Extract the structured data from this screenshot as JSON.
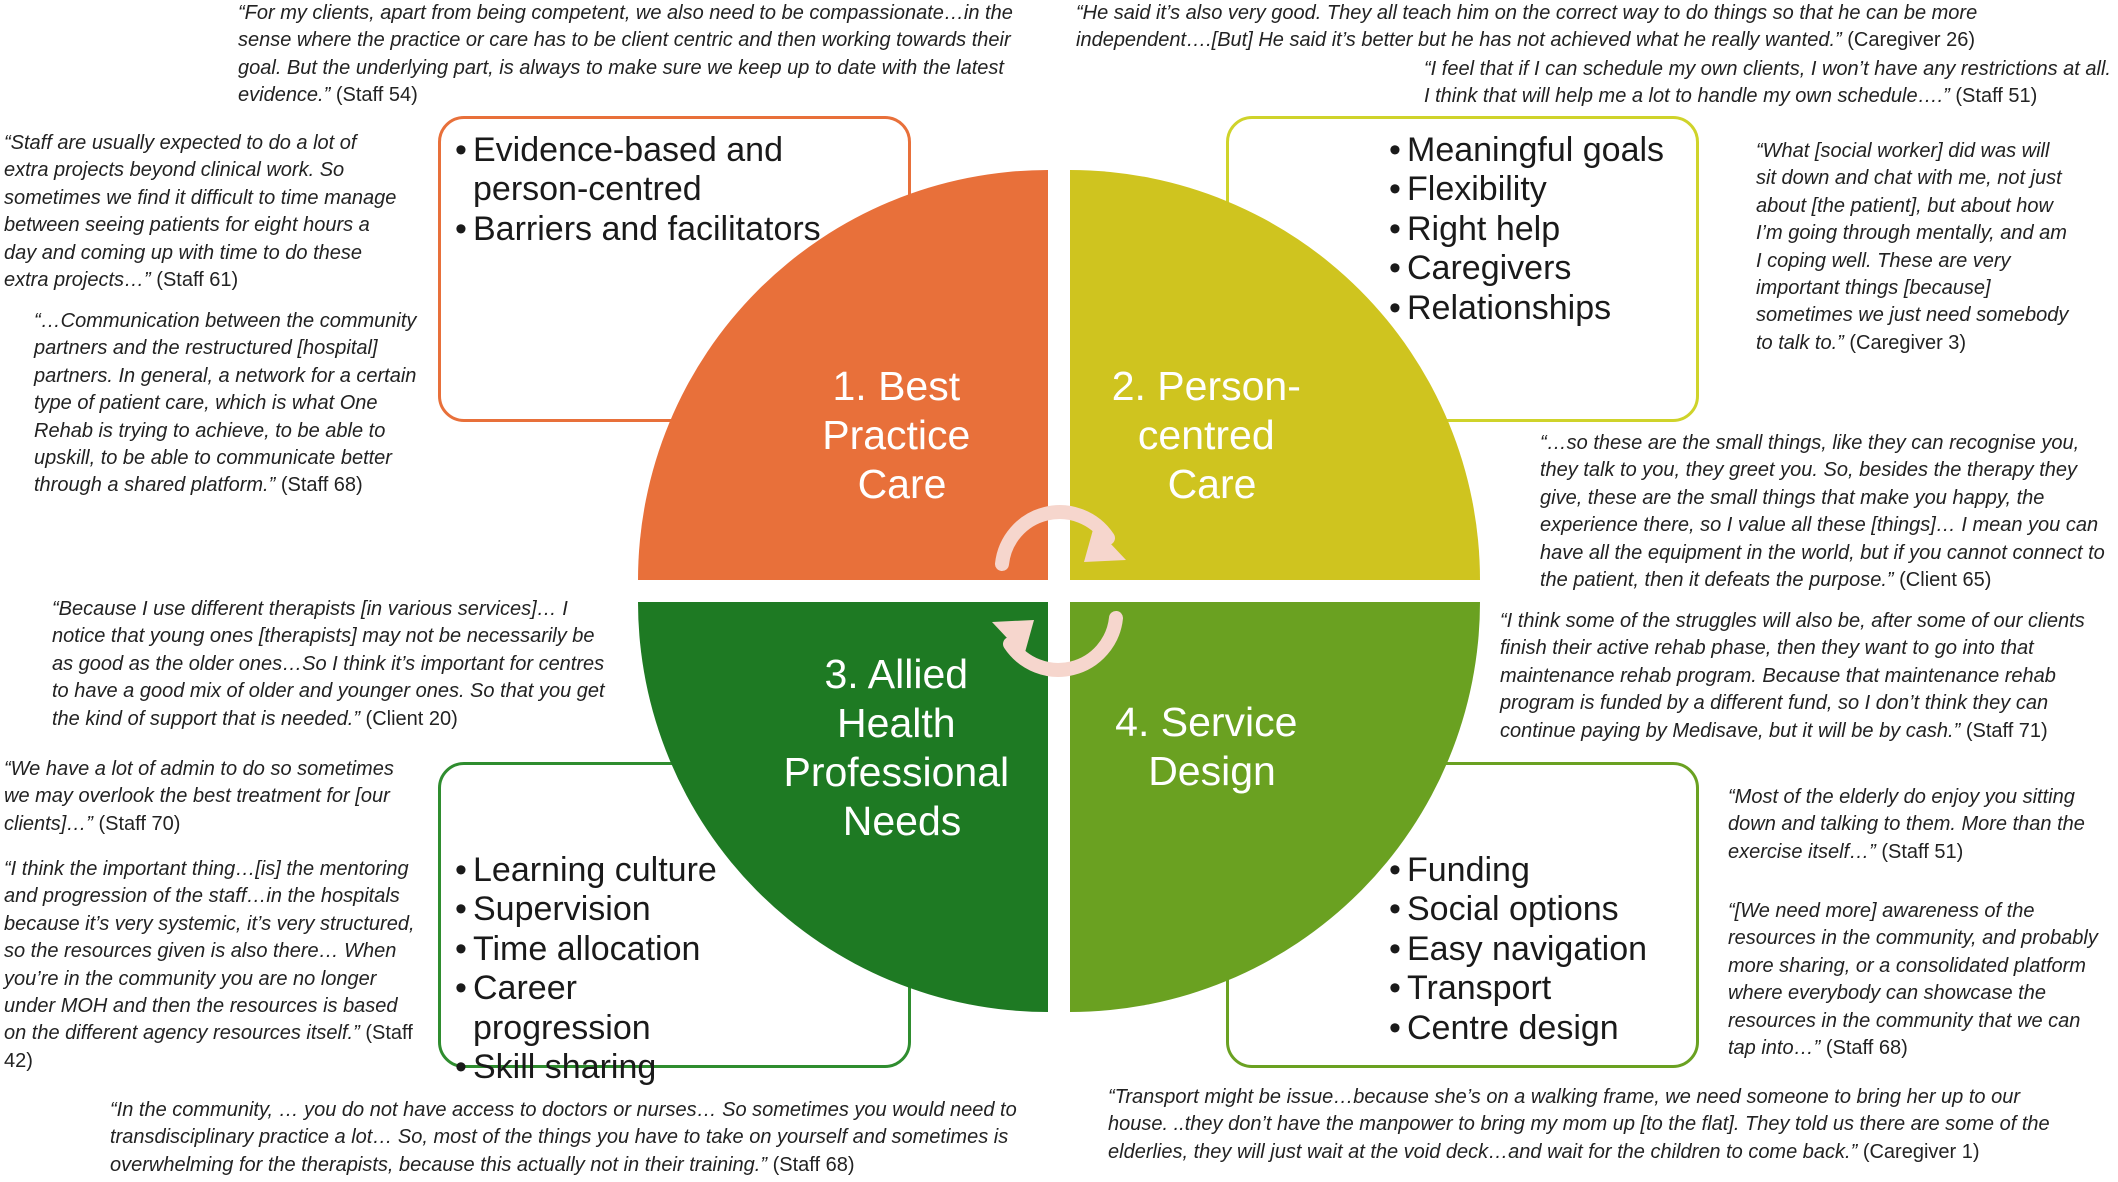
{
  "quadrants": [
    {
      "label_lines": [
        "1. Best",
        "Practice",
        "Care"
      ],
      "color": "#e8703a",
      "items": [
        "Evidence-based and person-centred",
        "Barriers and facilitators"
      ]
    },
    {
      "label_lines": [
        "2. Person-",
        "centred",
        "Care"
      ],
      "color": "#cfc41f",
      "items": [
        "Meaningful goals",
        "Flexibility",
        "Right help",
        "Caregivers",
        "Relationships"
      ]
    },
    {
      "label_lines": [
        "3. Allied",
        "Health",
        "Professional",
        "Needs"
      ],
      "color": "#1e7a23",
      "items": [
        "Learning culture",
        "Supervision",
        "Time allocation",
        "Career progression",
        "Skill sharing"
      ]
    },
    {
      "label_lines": [
        "4. Service",
        "Design"
      ],
      "color": "#6aa121",
      "items": [
        "Funding",
        "Social options",
        "Easy navigation",
        "Transport",
        "Centre design"
      ]
    }
  ],
  "quotes": {
    "q_staff54": {
      "text": "“For my clients, apart from being competent, we also need to be compassionate…in the sense where the practice or care has to be client centric and then working towards their goal. But the underlying part, is always to make sure we keep up to date with the latest evidence.”",
      "attr": "(Staff 54)"
    },
    "q_staff61": {
      "text": "“Staff are usually expected to do a lot of extra projects beyond clinical work. So sometimes we find it difficult to time manage between seeing patients for eight hours a day and coming up with time to do these extra projects…”",
      "attr": "(Staff 61)"
    },
    "q_staff68a": {
      "text": "“…Communication between the community partners and the restructured [hospital] partners. In general, a network for a certain type of patient care, which is what One Rehab is trying to achieve, to be able to upskill, to be able to communicate better through a shared platform.”",
      "attr": "(Staff 68)"
    },
    "q_client20": {
      "text": "“Because I use different therapists [in various services]… I notice that young ones [therapists] may not be necessarily be as good as the older ones…So I think it’s important for centres to have a good mix of older and younger ones. So that you get the kind of support that is needed.”",
      "attr": "(Client 20)"
    },
    "q_staff70": {
      "text": "“We have a lot of admin to do so sometimes we may overlook the best treatment for [our clients]…”",
      "attr": "(Staff 70)"
    },
    "q_staff42": {
      "text": "“I think the important thing…[is] the mentoring and progression of the staff…in the hospitals because it’s very systemic, it’s very structured, so the resources given is also there… When you’re in the community you are no longer under MOH and then the resources is based on the different agency resources itself.”",
      "attr": "(Staff 42)"
    },
    "q_staff68b": {
      "text": "“In the community, … you do not have access to doctors or nurses… So sometimes you would need to transdisciplinary practice a lot… So, most of the things you have to take on yourself and sometimes is overwhelming for the therapists, because this actually not in their training.”",
      "attr": "(Staff 68)"
    },
    "q_caregiver26": {
      "text": "“He said it’s also very good. They all teach him on the correct way to do things so that he can be more independent….[But] He said it’s better but he has not achieved what he really wanted.”",
      "attr": "(Caregiver 26)"
    },
    "q_staff51a": {
      "text": "“I feel that if I can schedule my own clients, I won’t have any restrictions at all. I think that will help me a lot to handle my own schedule….”",
      "attr": "(Staff 51)"
    },
    "q_caregiver3": {
      "text": "“What [social worker] did was will sit down and chat with me, not just about [the patient], but about how I’m going through mentally, and am I coping well. These are very important things [because] sometimes we just need somebody to talk to.”",
      "attr": "(Caregiver 3)"
    },
    "q_client65": {
      "text": "“…so these are the small things, like they can recognise you, they talk to you, they greet you. So, besides the therapy they give, these are the small things that make you happy, the experience there, so I value all these [things]… I mean you can have all the equipment in the world, but if you cannot connect to the patient, then it defeats the purpose.”",
      "attr": "(Client 65)"
    },
    "q_staff71": {
      "text": "“I think some of the struggles will also be, after some of our clients finish their active rehab phase, then they want to go into that maintenance rehab program. Because that maintenance rehab program is funded by a different fund, so I don’t think they can continue paying by Medisave, but it will be by cash.”",
      "attr": "(Staff 71)"
    },
    "q_staff51b": {
      "text": "“Most of the elderly do enjoy you sitting down and talking to them. More than the exercise itself…”",
      "attr": "(Staff 51)"
    },
    "q_staff68c": {
      "text": "“[We need more] awareness of the resources in the community, and probably more sharing, or a consolidated platform where everybody can showcase the resources in the community that we can tap into…”",
      "attr": "(Staff 68)"
    },
    "q_caregiver1": {
      "text": "“Transport might be issue…because she’s on a walking frame, we need someone to bring her up to our house. ..they don’t have the manpower to bring my mom up [to the flat]. They told us there are some of the elderlies, they will just wait at the void deck…and wait for the children to come back.”",
      "attr": "(Caregiver 1)"
    }
  },
  "icons": {
    "cycle": "cycle-arrows-icon"
  }
}
